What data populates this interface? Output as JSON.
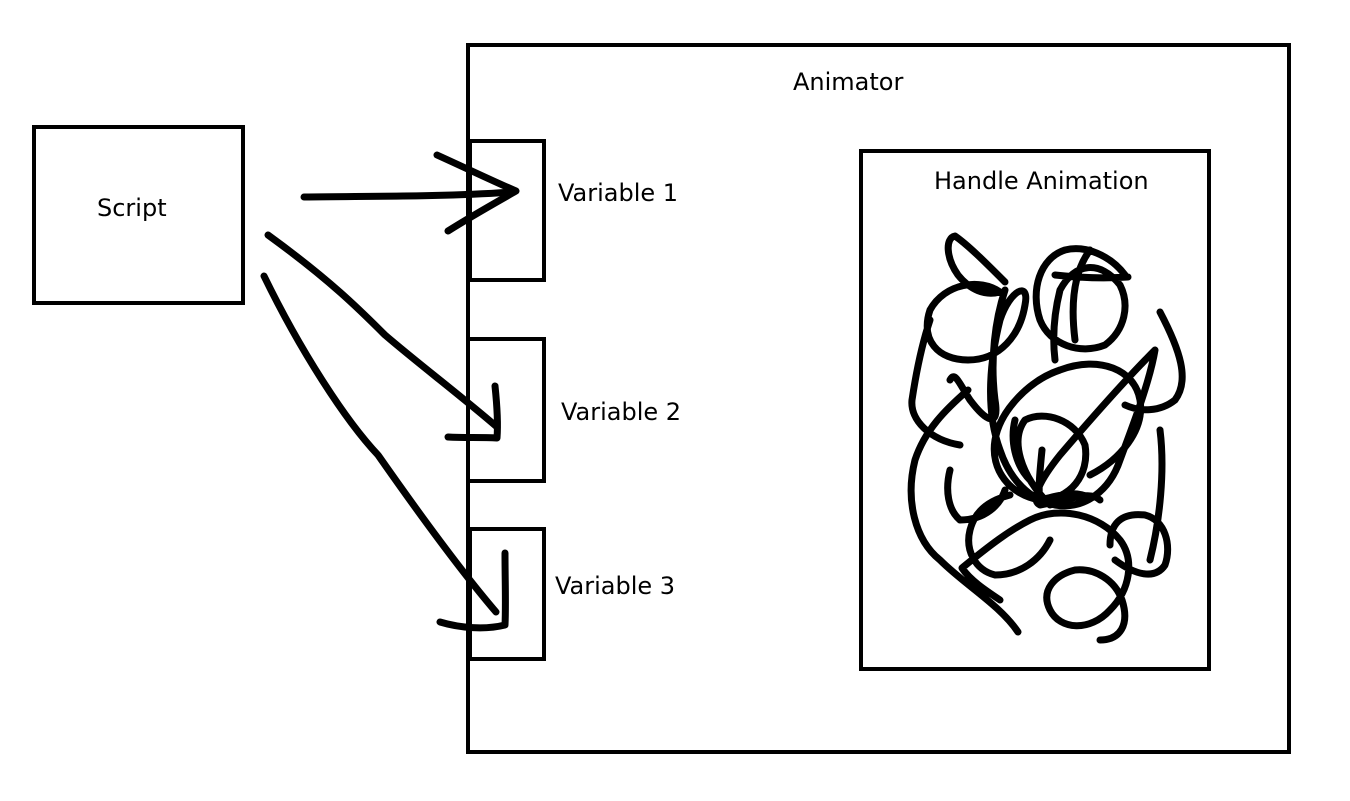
{
  "diagram": {
    "script_box": {
      "label": "Script"
    },
    "animator_box": {
      "title": "Animator"
    },
    "variables": [
      {
        "label": "Variable 1"
      },
      {
        "label": "Variable 2"
      },
      {
        "label": "Variable 3"
      }
    ],
    "handle_box": {
      "label": "Handle Animation"
    },
    "ink_color": "#000000",
    "background_color": "#ffffff"
  }
}
